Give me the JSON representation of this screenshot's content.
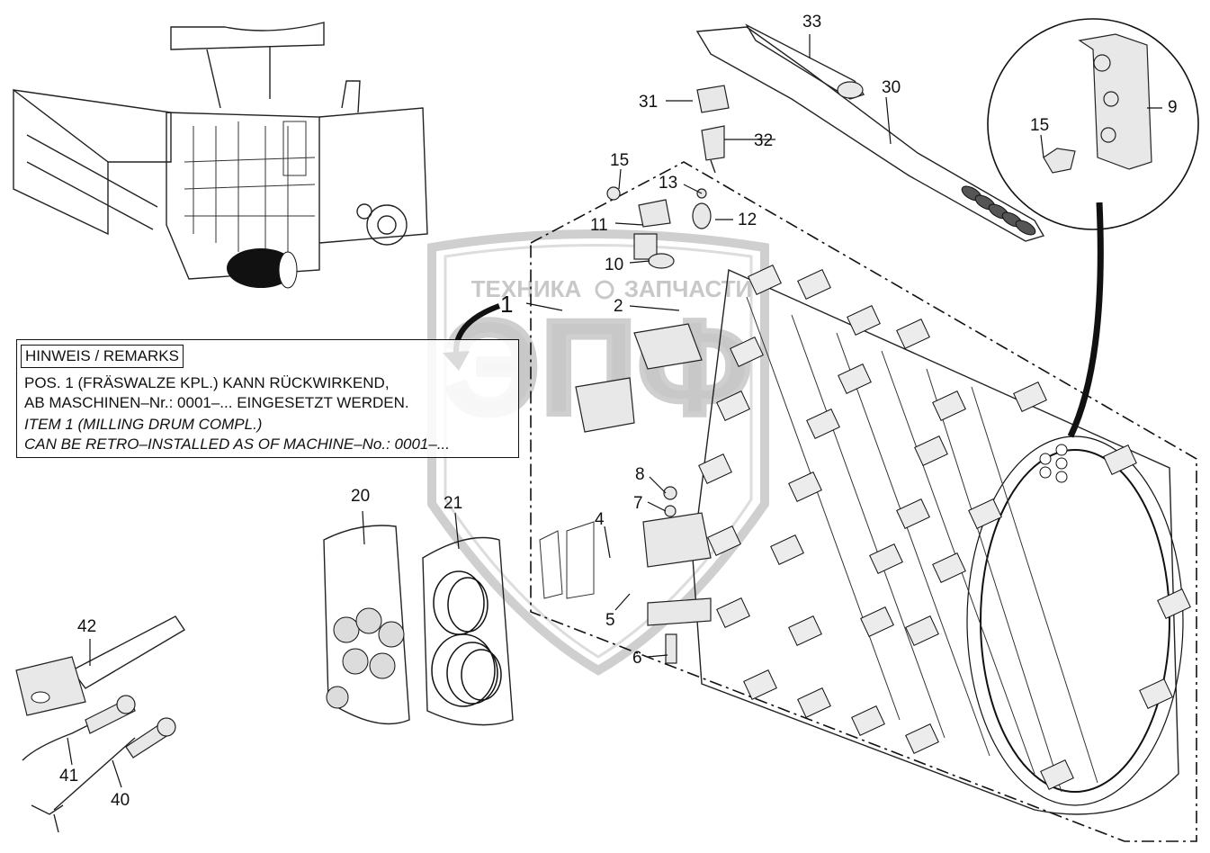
{
  "remarks": {
    "title": "HINWEIS / REMARKS",
    "line1": "POS. 1 (FRÄSWALZE  KPL.) KANN RÜCKWIRKEND,",
    "line2": "AB MASCHINEN–Nr.: 0001–... EINGESETZT WERDEN.",
    "line3": "ITEM 1 (MILLING DRUM COMPL.)",
    "line4": "CAN BE RETRO–INSTALLED  AS OF MACHINE–No.: 0001–..."
  },
  "watermark": {
    "left": "ТЕХНИКА",
    "right": "ЗАПЧАСТИ",
    "logo": "ЭПФ"
  },
  "callouts": {
    "c33": "33",
    "c30": "30",
    "c31": "31",
    "c32": "32",
    "c9": "9",
    "c15a": "15",
    "c15b": "15",
    "c13": "13",
    "c11": "11",
    "c12": "12",
    "c10": "10",
    "c1": "1",
    "c2": "2",
    "c8": "8",
    "c7": "7",
    "c4": "4",
    "c5": "5",
    "c6": "6",
    "c20": "20",
    "c21": "21",
    "c42": "42",
    "c41": "41",
    "c40": "40"
  }
}
